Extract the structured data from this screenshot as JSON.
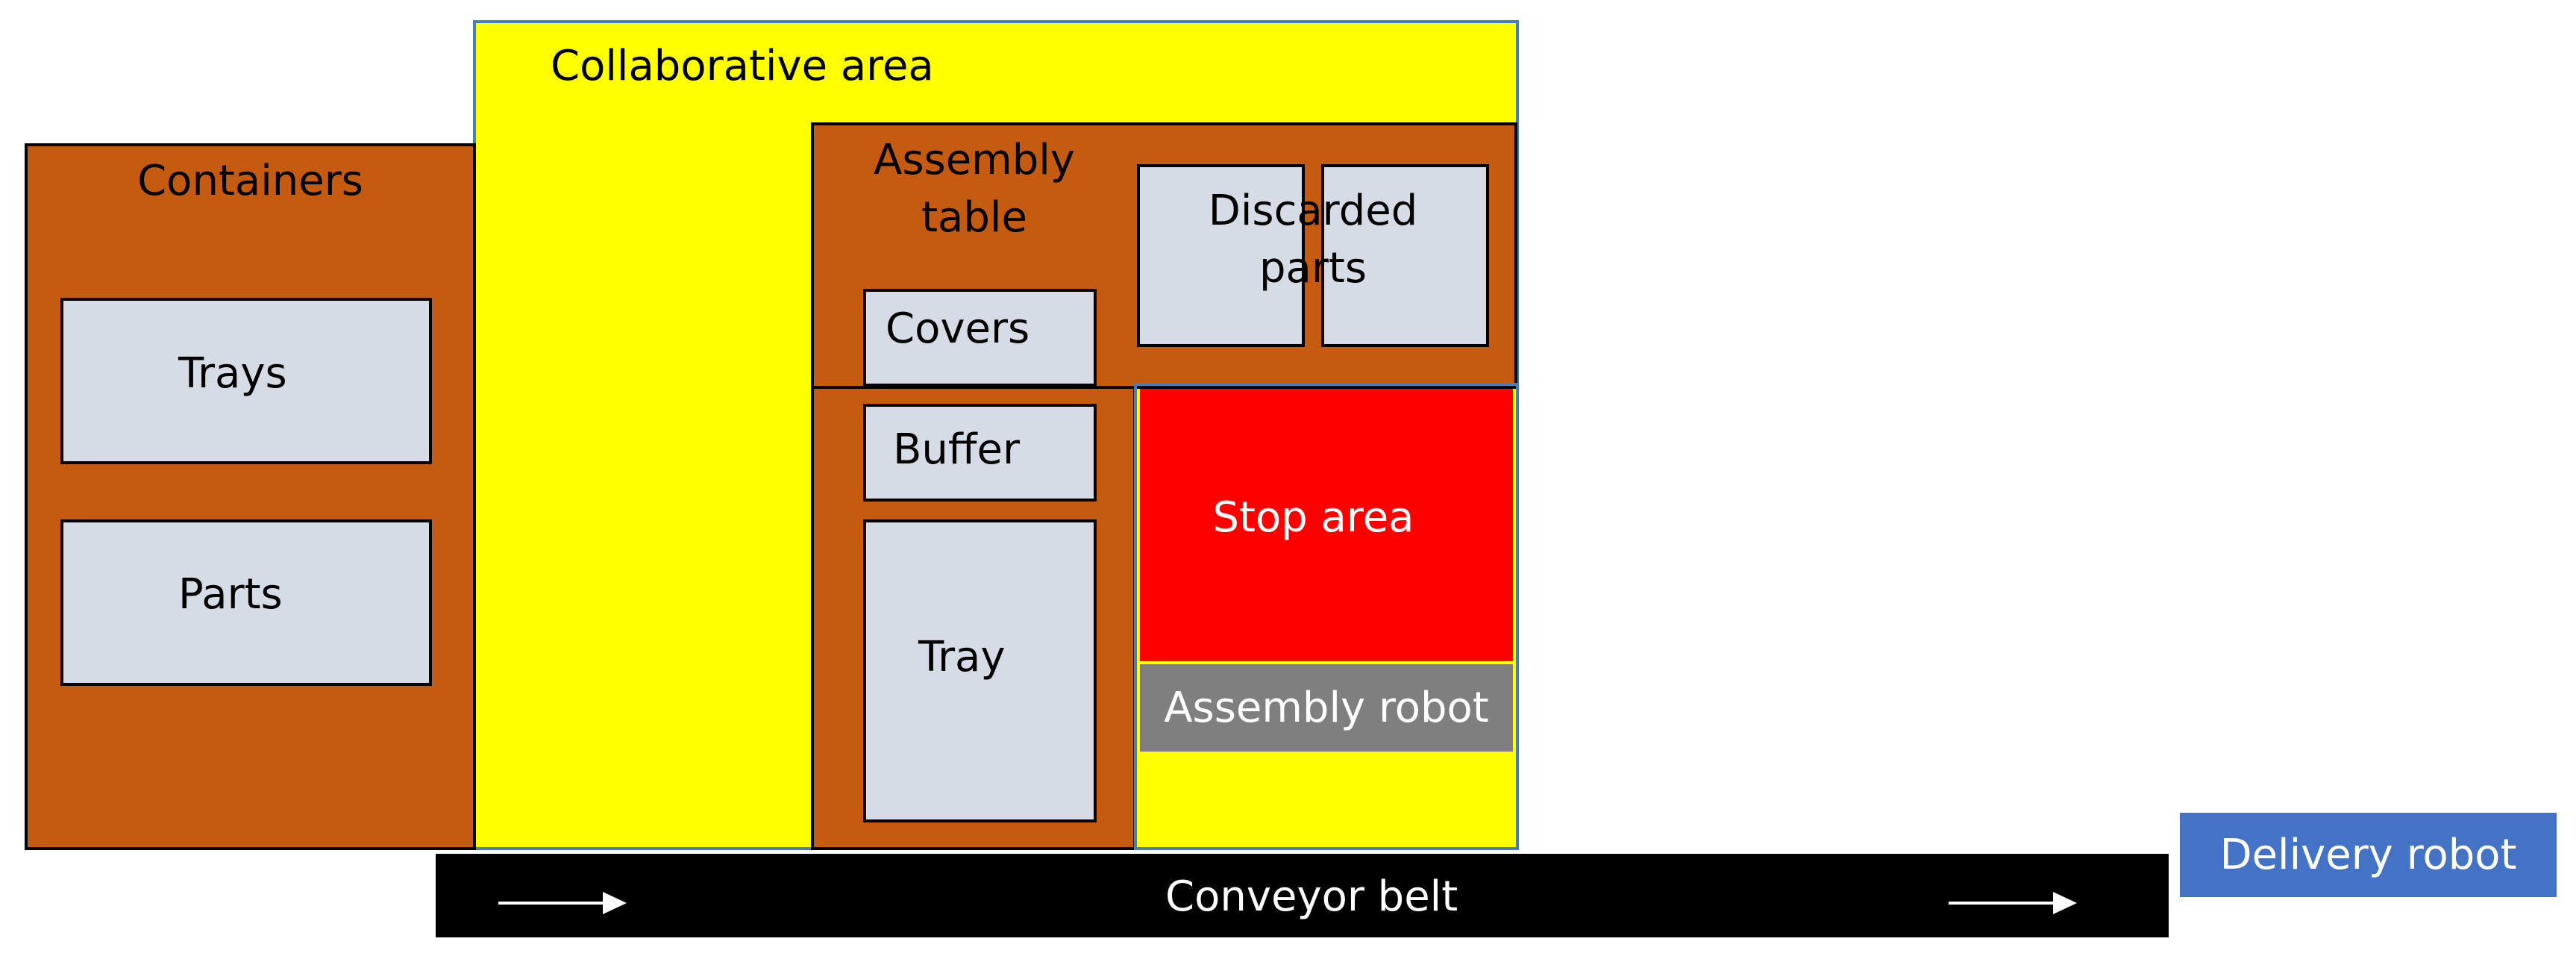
{
  "colors": {
    "background": "#ffffff",
    "collaborative_area": "#ffff00",
    "collaborative_border": "#4a7ebb",
    "containers": "#c55a11",
    "assembly_table": "#c55a11",
    "slot": "#d6dce5",
    "stop_area": "#ff0000",
    "assembly_robot": "#7f7f7f",
    "conveyor_belt": "#000000",
    "delivery_robot": "#4472c4",
    "outline": "#000000"
  },
  "collaborative_area": {
    "label": "Collaborative area"
  },
  "containers": {
    "label": "Containers",
    "trays": "Trays",
    "parts": "Parts"
  },
  "assembly_table": {
    "label_line1": "Assembly",
    "label_line2": "table",
    "covers": "Covers",
    "buffer": "Buffer",
    "tray": "Tray",
    "discarded_line1": "Discarded",
    "discarded_line2": "parts"
  },
  "stop_area": {
    "label": "Stop area"
  },
  "assembly_robot": {
    "label": "Assembly robot"
  },
  "conveyor_belt": {
    "label": "Conveyor belt"
  },
  "delivery_robot": {
    "label": "Delivery robot"
  }
}
